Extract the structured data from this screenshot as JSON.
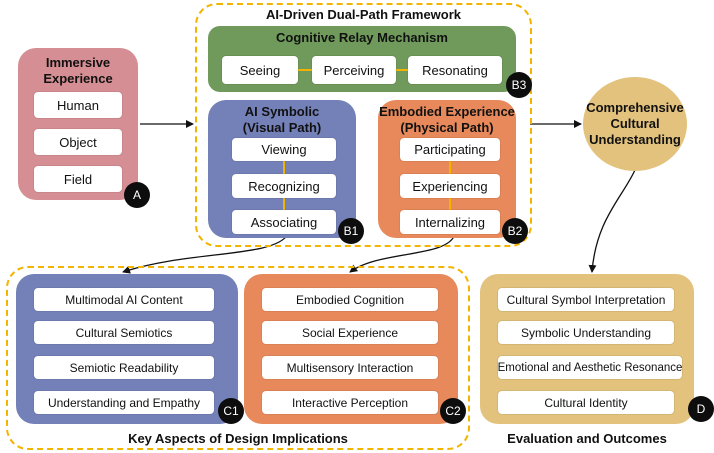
{
  "colors": {
    "pink": "#d58e93",
    "green": "#6f9a5b",
    "blue": "#7481b8",
    "orange": "#e7895b",
    "tan": "#e2c27c",
    "dashed_border": "#f3b400",
    "badge": "#0d0d0d",
    "connector": "#f3b400"
  },
  "framework_title": "AI-Driven Dual-Path Framework",
  "immersive": {
    "title": "Immersive Experience",
    "items": [
      "Human",
      "Object",
      "Field"
    ],
    "badge": "A"
  },
  "relay": {
    "title": "Cognitive Relay Mechanism",
    "items": [
      "Seeing",
      "Perceiving",
      "Resonating"
    ],
    "badge": "B3"
  },
  "ai_symbolic": {
    "title_line1": "AI Symbolic",
    "title_line2": "(Visual Path)",
    "items": [
      "Viewing",
      "Recognizing",
      "Associating"
    ],
    "badge": "B1"
  },
  "embodied": {
    "title_line1": "Embodied Experience",
    "title_line2": "(Physical Path)",
    "items": [
      "Participating",
      "Experiencing",
      "Internalizing"
    ],
    "badge": "B2"
  },
  "comprehensive": {
    "line1": "Comprehensive",
    "line2": "Cultural",
    "line3": "Understanding"
  },
  "c1": {
    "items": [
      "Multimodal AI Content",
      "Cultural Semiotics",
      "Semiotic Readability",
      "Understanding and Empathy"
    ],
    "badge": "C1"
  },
  "c2": {
    "items": [
      "Embodied Cognition",
      "Social Experience",
      "Multisensory Interaction",
      "Interactive Perception"
    ],
    "badge": "C2"
  },
  "design_caption": "Key Aspects of Design Implications",
  "outcomes": {
    "items": [
      "Cultural Symbol Interpretation",
      "Symbolic Understanding",
      "Emotional and Aesthetic Resonance",
      "Cultural Identity"
    ],
    "badge": "D"
  },
  "outcomes_caption": "Evaluation and Outcomes"
}
